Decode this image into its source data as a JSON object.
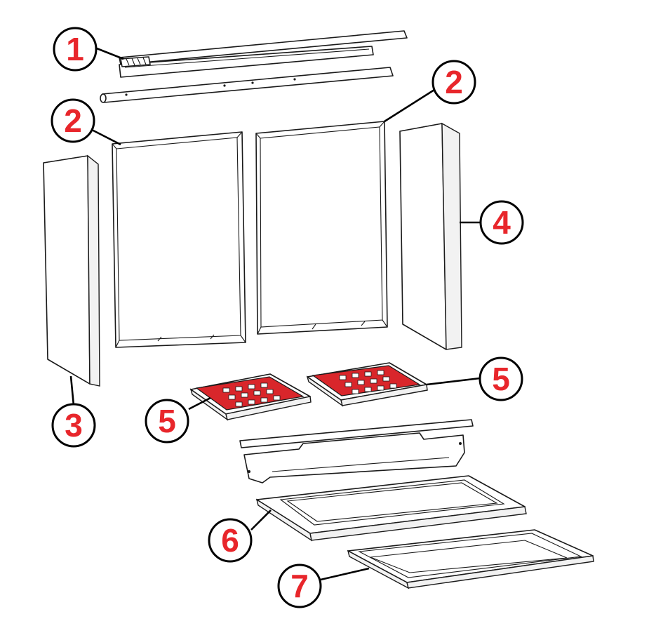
{
  "diagram": {
    "colors": {
      "callout_text": "#e8262b",
      "callout_ring": "#000000",
      "grate_fill": "#d9262b",
      "line": "#1a1a1a"
    },
    "callouts": [
      {
        "id": "c1",
        "label": "1",
        "part": "top-rail-assembly"
      },
      {
        "id": "c2a",
        "label": "2",
        "part": "rear-panel-left"
      },
      {
        "id": "c2b",
        "label": "2",
        "part": "rear-panel-right"
      },
      {
        "id": "c3",
        "label": "3",
        "part": "side-panel-left"
      },
      {
        "id": "c4",
        "label": "4",
        "part": "side-panel-right"
      },
      {
        "id": "c5a",
        "label": "5",
        "part": "grate-left"
      },
      {
        "id": "c5b",
        "label": "5",
        "part": "grate-right"
      },
      {
        "id": "c6",
        "label": "6",
        "part": "ash-frame"
      },
      {
        "id": "c7",
        "label": "7",
        "part": "ash-tray"
      }
    ]
  }
}
